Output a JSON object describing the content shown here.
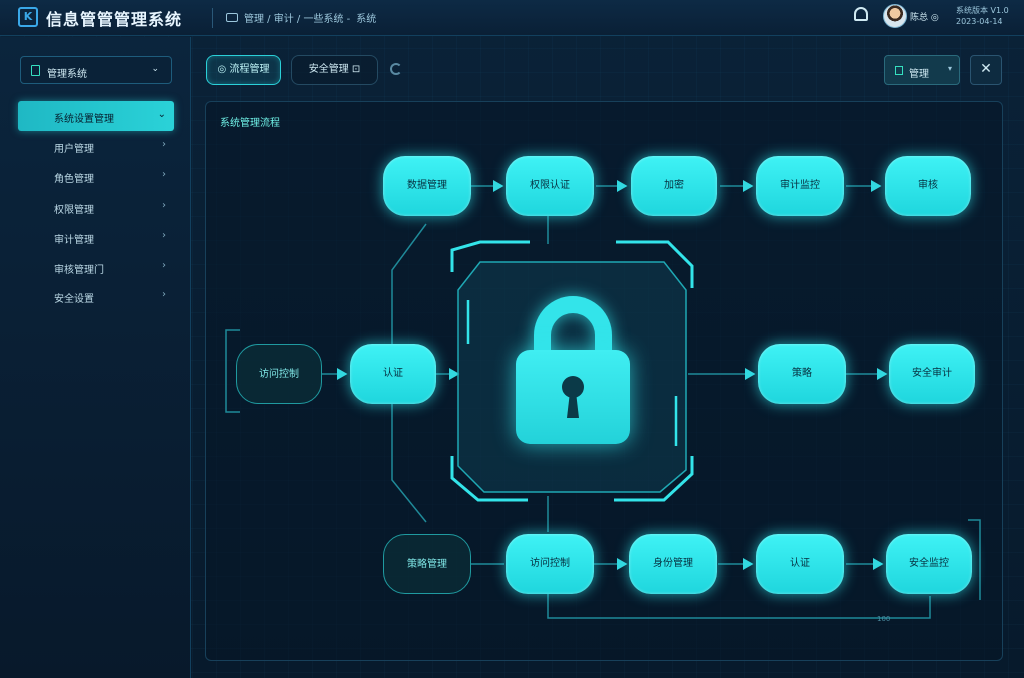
{
  "header": {
    "title": "信息管管管理系统",
    "logo_text": "K",
    "breadcrumb": [
      "管理 / 审计 / 一些系统 -",
      "系统"
    ],
    "user_name": "陈总 ◎",
    "user_meta": [
      "系统版本 V1.0",
      "2023-04-14"
    ]
  },
  "sidebar": {
    "select_label": "管理系统",
    "items": [
      {
        "label": "系统设置管理",
        "active": true
      },
      {
        "label": "用户管理"
      },
      {
        "label": "角色管理"
      },
      {
        "label": "权限管理"
      },
      {
        "label": "审计管理"
      },
      {
        "label": "审核管理门"
      },
      {
        "label": "安全设置"
      }
    ]
  },
  "toolbar": {
    "tab_primary": "◎ 流程管理",
    "tab_secondary": "安全管理 ⊡",
    "action_label": "管理",
    "close_symbol": "✕"
  },
  "panel": {
    "title": "系统管理流程",
    "footer_label": "100"
  },
  "nodes": {
    "top": [
      "数据管理",
      "权限认证",
      "加密",
      "审计监控",
      "审核"
    ],
    "left_outline": "访问控制",
    "left_filled": "认证",
    "right": [
      "策略",
      "安全审计"
    ],
    "bottom_outline": "策略管理",
    "bottom": [
      "访问控制",
      "身份管理",
      "认证",
      "安全监控"
    ]
  },
  "colors": {
    "accent": "#2ad2d8",
    "node_fill": "#33e4ea",
    "background": "#071a2c",
    "line": "#1f8a99"
  },
  "icons": {
    "logo": "logo-icon",
    "lock": "padlock-icon",
    "bell": "bell-icon",
    "refresh": "refresh-icon",
    "close": "close-icon"
  }
}
